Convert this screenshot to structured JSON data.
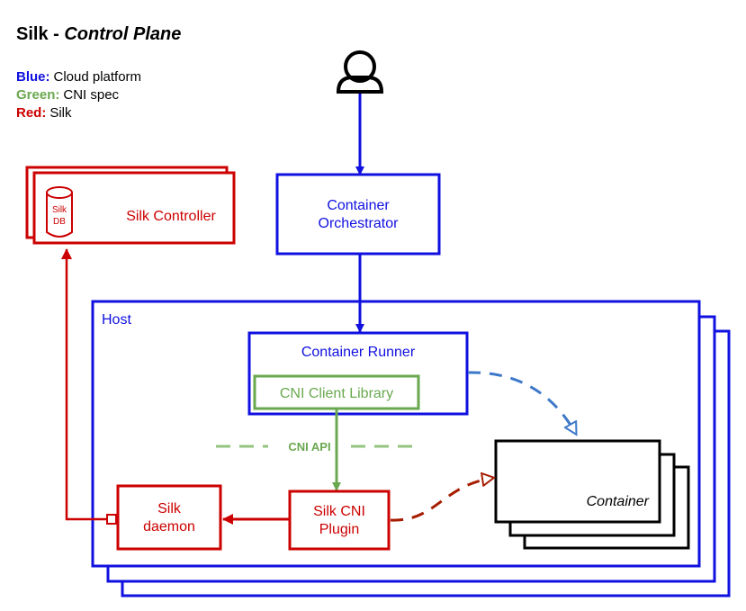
{
  "title": {
    "prefix": "Silk - ",
    "emphasis": "Control Plane"
  },
  "legend": [
    {
      "key": "Blue:",
      "text": "Cloud platform",
      "color": "#1010e0"
    },
    {
      "key": "Green:",
      "text": "CNI spec",
      "color": "#6aa84f"
    },
    {
      "key": "Red:",
      "text": "Silk",
      "color": "#cc0000"
    }
  ],
  "colors": {
    "blue": "#1010e0",
    "green": "#6aa84f",
    "red": "#cc0000",
    "dash_blue": "#3d78c9",
    "dash_red": "#a61c00",
    "black": "#000000"
  },
  "nodes": {
    "user": {
      "icon": "person-icon"
    },
    "silk_controller": {
      "label": "Silk Controller"
    },
    "silk_db": {
      "line1": "Silk",
      "line2": "DB",
      "icon": "database-icon"
    },
    "container_orchestrator": {
      "line1": "Container",
      "line2": "Orchestrator"
    },
    "host": {
      "label": "Host"
    },
    "container_runner": {
      "label": "Container Runner"
    },
    "cni_client_library": {
      "label": "CNI Client Library"
    },
    "cni_api": {
      "label": "CNI API"
    },
    "silk_daemon": {
      "line1": "Silk",
      "line2": "daemon"
    },
    "silk_cni_plugin": {
      "line1": "Silk CNI",
      "line2": "Plugin"
    },
    "container": {
      "label": "Container"
    }
  }
}
